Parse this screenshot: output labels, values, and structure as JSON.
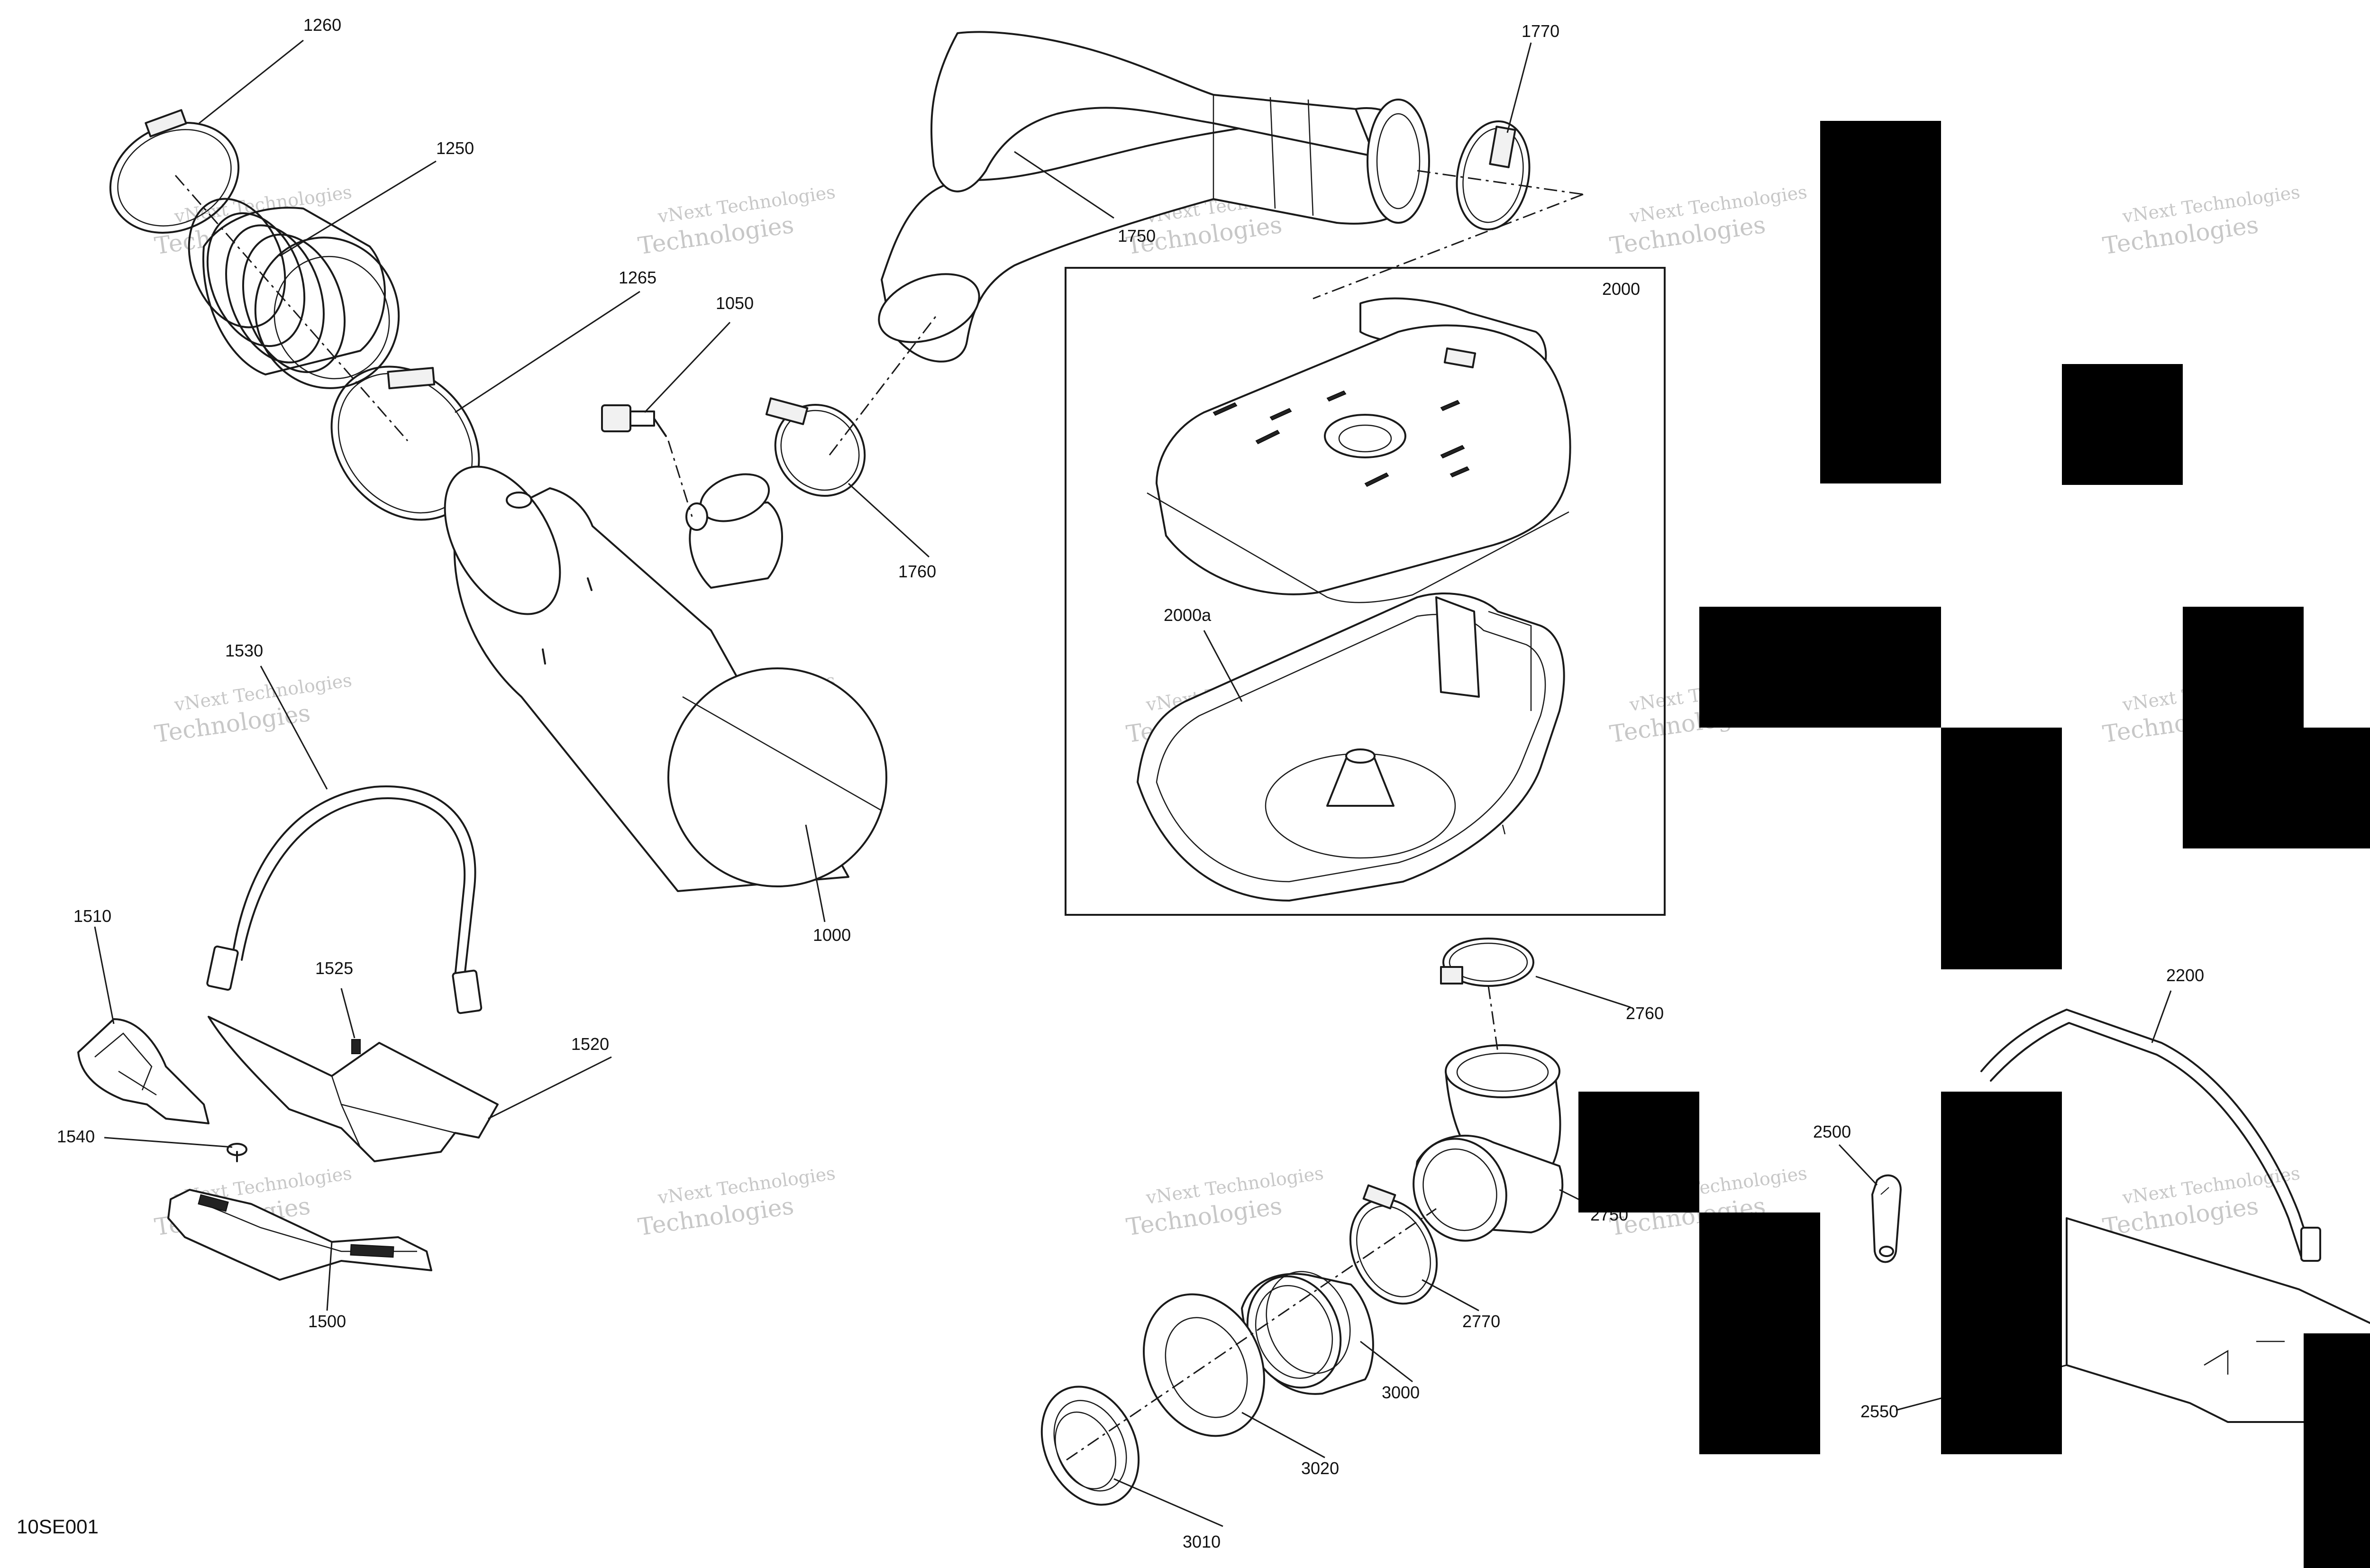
{
  "diagram": {
    "code": "10SE001",
    "watermark": {
      "line1": "vNext Technologies",
      "line2": "Technologies",
      "line3": "vNext"
    },
    "callouts": [
      {
        "id": "1260",
        "label": "1260"
      },
      {
        "id": "1250",
        "label": "1250"
      },
      {
        "id": "1265",
        "label": "1265"
      },
      {
        "id": "1050",
        "label": "1050"
      },
      {
        "id": "1750",
        "label": "1750"
      },
      {
        "id": "1760",
        "label": "1760"
      },
      {
        "id": "1770",
        "label": "1770"
      },
      {
        "id": "2000",
        "label": "2000"
      },
      {
        "id": "2000a",
        "label": "2000a"
      },
      {
        "id": "1000",
        "label": "1000"
      },
      {
        "id": "1530",
        "label": "1530"
      },
      {
        "id": "1510",
        "label": "1510"
      },
      {
        "id": "1525",
        "label": "1525"
      },
      {
        "id": "1520",
        "label": "1520"
      },
      {
        "id": "1540",
        "label": "1540"
      },
      {
        "id": "1500",
        "label": "1500"
      },
      {
        "id": "2760",
        "label": "2760"
      },
      {
        "id": "2750",
        "label": "2750"
      },
      {
        "id": "2770",
        "label": "2770"
      },
      {
        "id": "3000",
        "label": "3000"
      },
      {
        "id": "3020",
        "label": "3020"
      },
      {
        "id": "3010",
        "label": "3010"
      },
      {
        "id": "2200",
        "label": "2200"
      },
      {
        "id": "2500",
        "label": "2500"
      },
      {
        "id": "2550",
        "label": "2550"
      }
    ]
  }
}
